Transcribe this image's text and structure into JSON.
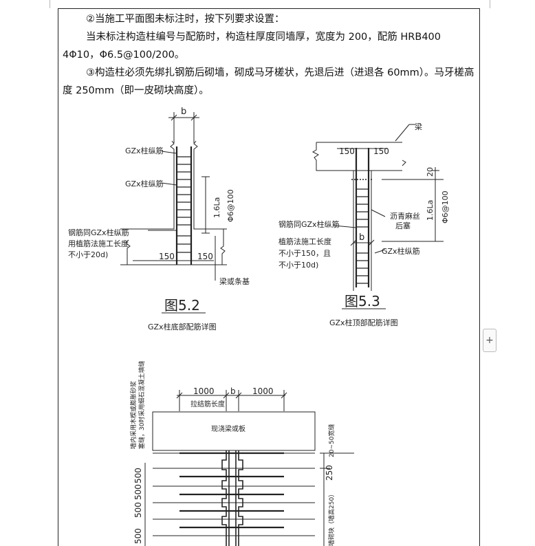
{
  "document": {
    "paragraphs": [
      "②当施工平面图未标注时，按下列要求设置：",
      "当未标注构造柱编号与配筋时，构造柱厚度同墙厚，宽度为 200，配筋 HRB400 4Φ10，Φ6.5@100/200。",
      "③构造柱必须先绑扎钢筋后砌墙，砌成马牙槎状，先退后进（进退各 60mm）。马牙槎高度 250mm（即一皮砌块高度）。"
    ]
  },
  "figure52": {
    "dim_b": "b",
    "label_long1": "GZx柱纵筋",
    "label_long2": "GZx柱纵筋",
    "label_left1": "钢筋同GZx柱纵筋",
    "label_left2": "用植筋法施工长度",
    "label_left3": "不小于20d)",
    "dim_16la": "1.6La",
    "dim_phi": "Φ6@100",
    "dim_150a": "150",
    "dim_150b": "150",
    "label_beam": "梁或条基",
    "caption": "图5.2",
    "subcaption": "GZx柱底部配筋详图"
  },
  "figure53": {
    "label_beam": "梁",
    "dim_150a": "150",
    "dim_150b": "150",
    "dim_20": "20",
    "dim_16la": "1.6La",
    "dim_phi": "Φ6@100",
    "label_asphalt1": "沥青麻丝",
    "label_asphalt2": "后塞",
    "label_left1": "钢筋同GZx柱纵筋",
    "label_left2": "植筋法施工长度",
    "label_left3": "不小于150，且",
    "label_left4": "不小于10d)",
    "dim_b": "b",
    "label_long": "GZx柱纵筋",
    "caption": "图5.3",
    "subcaption": "GZx柱顶部配筋详图"
  },
  "figure54": {
    "dim_1000a": "1000",
    "dim_b": "b",
    "dim_1000b": "1000",
    "label_tie": "拉结筋长度",
    "label_slab": "现浇梁或板",
    "label_vert1": "墙内采用木楔或膨胀砂浆",
    "label_vert2": "塞缝，30时采用细石混凝土填缝",
    "dim_gap": "20~50宽缝",
    "dim_250": "250",
    "dim_500": [
      "500",
      "500",
      "500",
      "500"
    ],
    "label_block": "墙砌块（墙高250）"
  },
  "ui": {
    "side_button": "+"
  }
}
